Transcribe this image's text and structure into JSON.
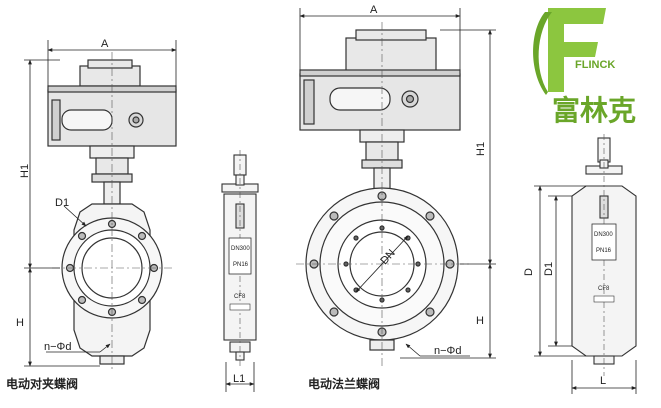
{
  "logo": {
    "name_en": "FLINCK",
    "name_cn": "富林克",
    "color": "#6aa629"
  },
  "views": {
    "wafer": {
      "caption": "电动对夹蝶阀",
      "dim_a": "A",
      "dim_h1": "H1",
      "dim_h": "H",
      "dim_d1": "D1",
      "dim_nphid": "n−Φd",
      "side_l1": "L1",
      "nameplate_dn": "DN300",
      "nameplate_pn": "PN16",
      "nameplate_cf": "CF8"
    },
    "flanged": {
      "caption": "电动法兰蝶阀",
      "dim_a": "A",
      "dim_h1": "H1",
      "dim_h": "H",
      "dim_dn": "DN",
      "dim_nphid": "n−Φd",
      "side_d": "D",
      "side_d1": "D1",
      "side_l": "L",
      "nameplate_dn": "DN300",
      "nameplate_pn": "PN16",
      "nameplate_cf": "CF8"
    }
  }
}
